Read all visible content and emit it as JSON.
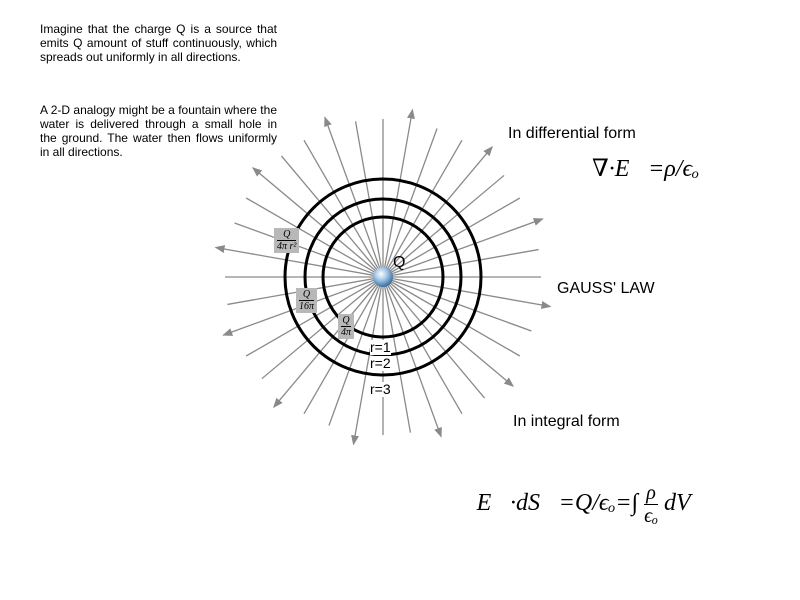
{
  "text": {
    "paragraph1": "Imagine that the charge Q is a source that emits Q amount of stuff continuously, which spreads out uniformly in all directions.",
    "paragraph2": "A 2-D analogy might be a fountain where the water is delivered through a small hole in the ground. The water then flows uniformly in all directions."
  },
  "labels": {
    "differential": "In differential form",
    "gauss": "GAUSS' LAW",
    "integral": "In integral form",
    "charge": "Q"
  },
  "equations": {
    "differential": "∇·E⃗=ρ/ϵₒ",
    "integral_lhs": "∮E⃗·dS⃗=Q/ϵₒ=∫",
    "integral_num": "ρ",
    "integral_den": "ϵₒ",
    "integral_tail": "dV"
  },
  "flux_labels": [
    {
      "num": "Q",
      "den": "4π r²"
    },
    {
      "num": "Q",
      "den": "16π"
    },
    {
      "num": "Q",
      "den": "4π"
    }
  ],
  "radii": [
    "r=1",
    "r=2",
    "r=3"
  ]
}
